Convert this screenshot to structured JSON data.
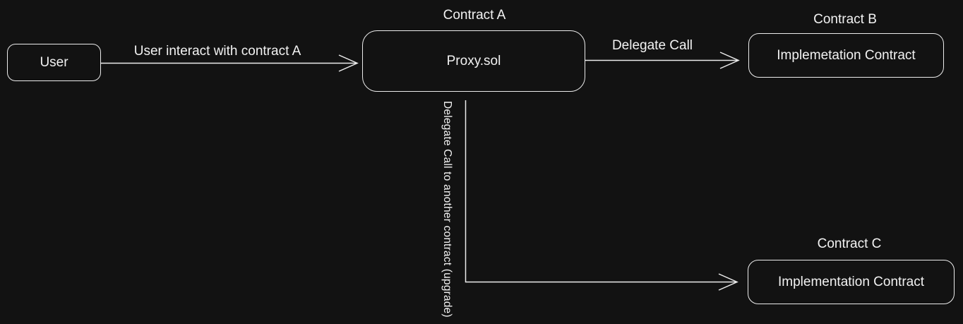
{
  "colors": {
    "background": "#121212",
    "stroke": "#ececec",
    "text": "#f2f2f2"
  },
  "nodes": {
    "user": {
      "label": "User"
    },
    "proxy": {
      "title": "Contract A",
      "label": "Proxy.sol"
    },
    "contract_b": {
      "title": "Contract B",
      "label": "Implemetation Contract"
    },
    "contract_c": {
      "title": "Contract C",
      "label": "Implementation Contract"
    }
  },
  "edges": {
    "user_to_proxy": {
      "label": "User interact with contract A"
    },
    "proxy_to_b": {
      "label": "Delegate Call"
    },
    "proxy_to_c": {
      "label": "Delegate Call to another contract (upgrade)"
    }
  }
}
